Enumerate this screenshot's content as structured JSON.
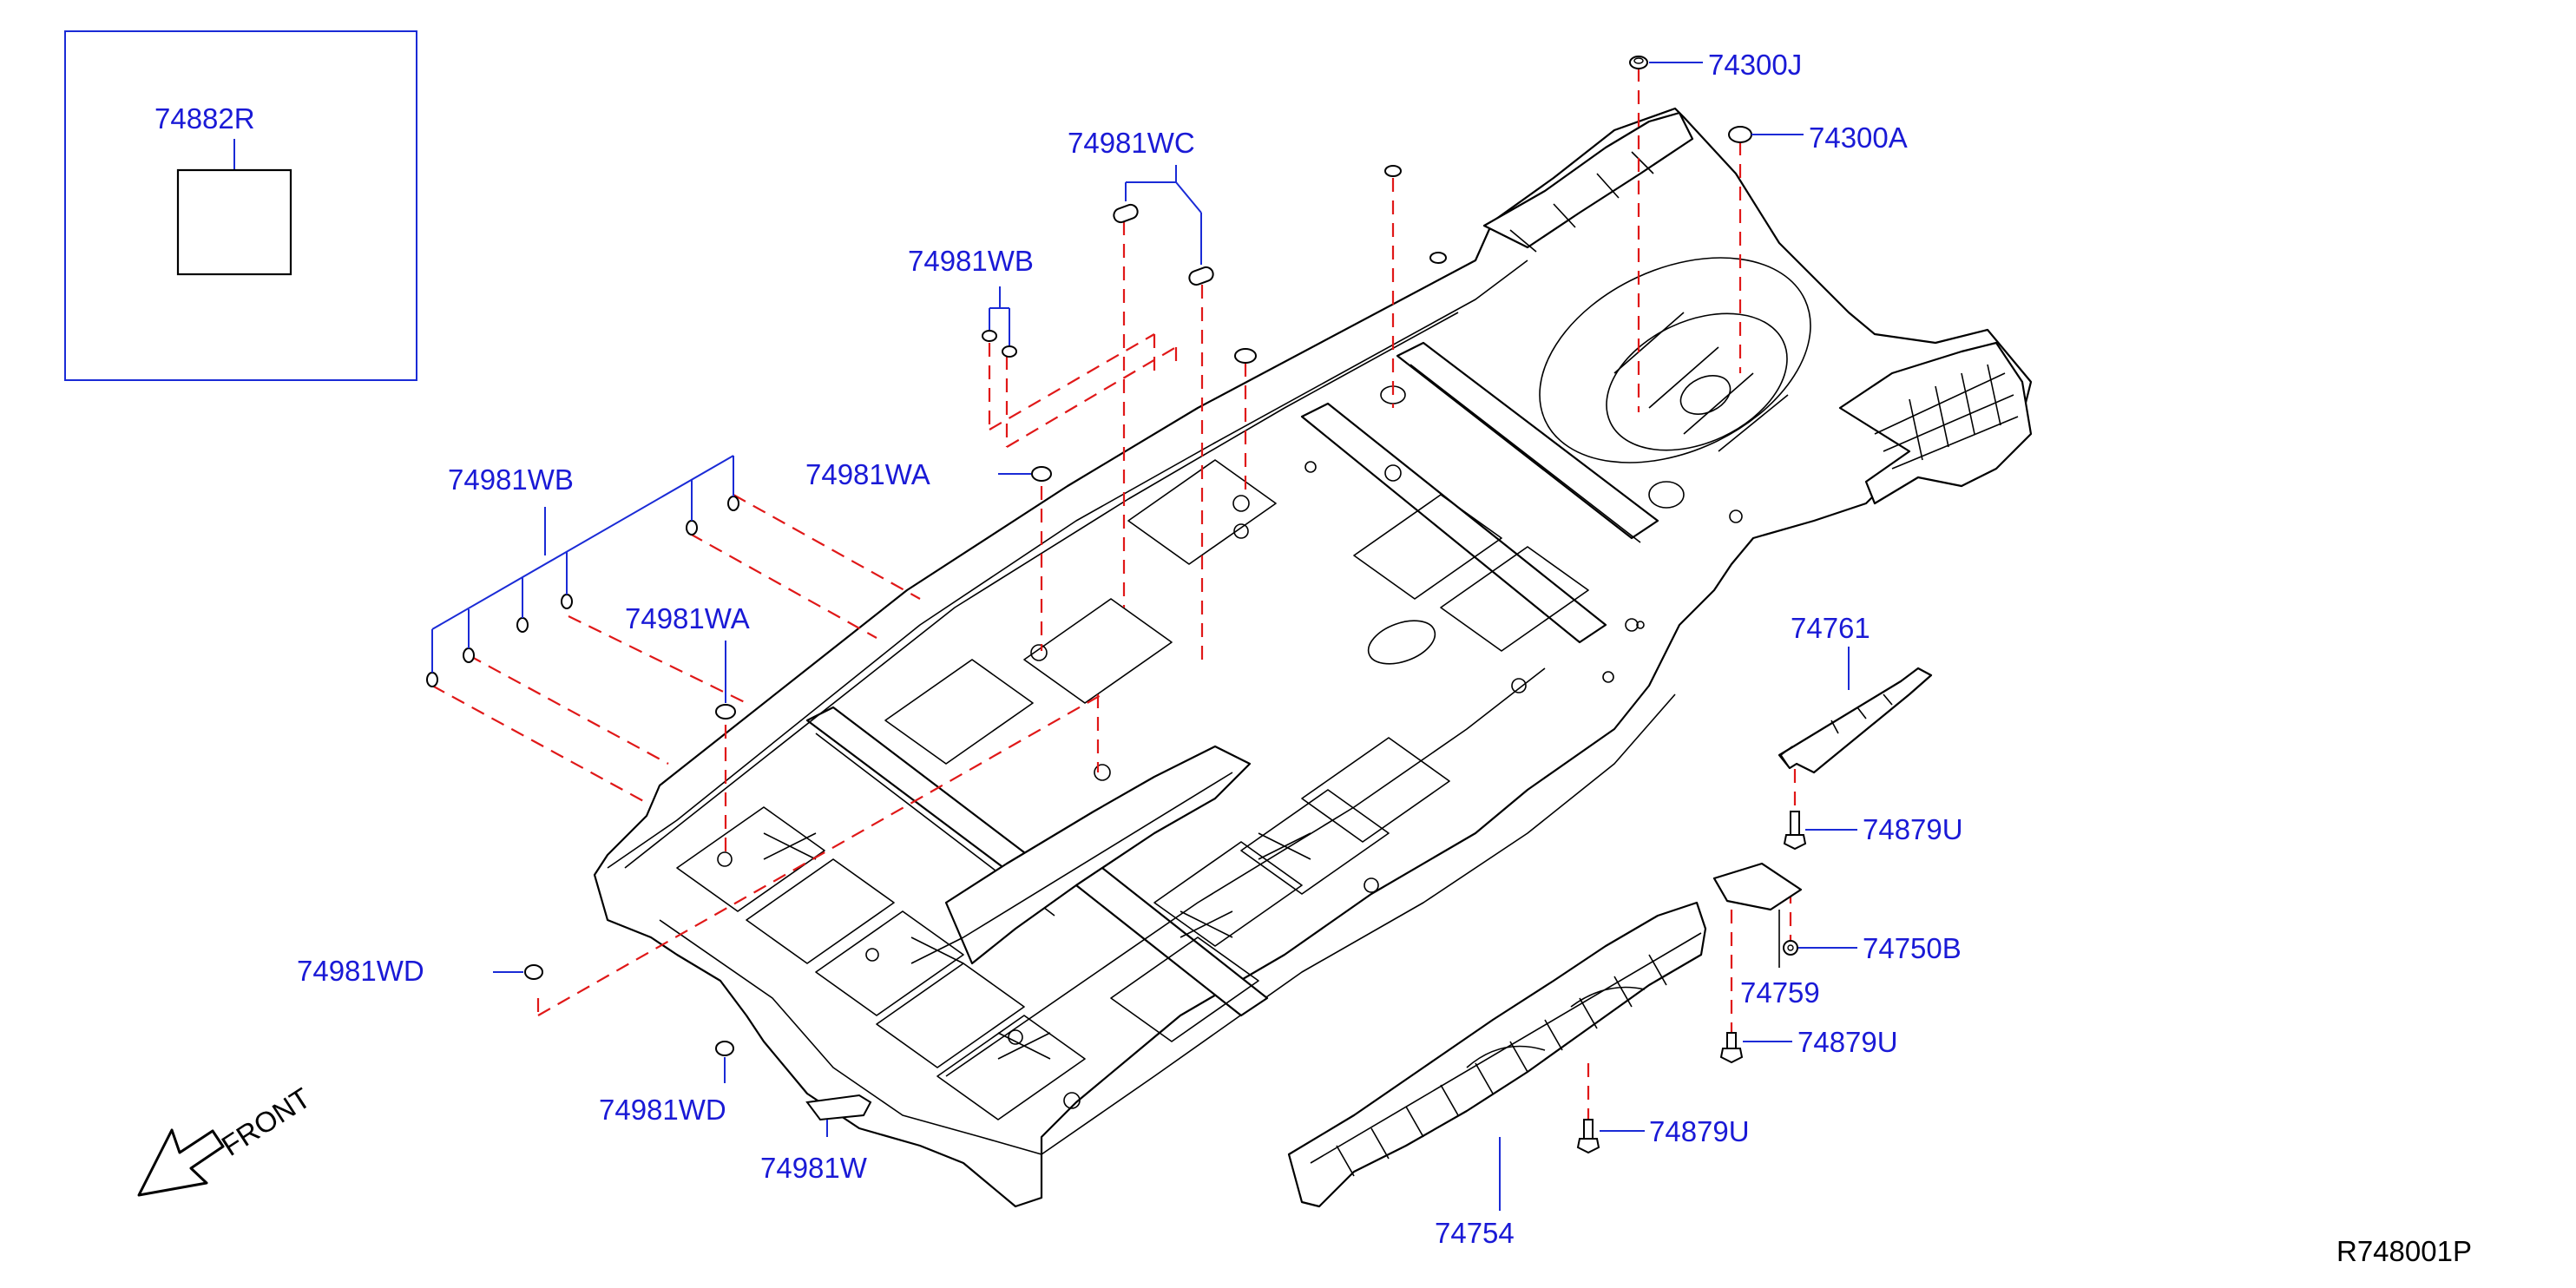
{
  "labels": {
    "inset_part": "74882R",
    "top_clip_j": "74300J",
    "top_clip_a": "74300A",
    "wc": "74981WC",
    "wb_upper": "74981WB",
    "wb_left": "74981WB",
    "wa_center": "74981WA",
    "wa_left": "74981WA",
    "wd_left": "74981WD",
    "wd_bottom": "74981WD",
    "w_bottom": "74981W",
    "p74761": "74761",
    "bolt_upper": "74879U",
    "nut": "74750B",
    "p74759": "74759",
    "bolt_mid": "74879U",
    "bolt_lower": "74879U",
    "p74754": "74754",
    "direction": "FRONT",
    "diagram_ref": "R748001P"
  },
  "colors": {
    "callout_text": "#1a1ad6",
    "leader_line": "#1a2bd6",
    "hidden_line": "#e01818",
    "outline": "#000000"
  },
  "icons": [
    "front-direction-arrow-icon"
  ]
}
